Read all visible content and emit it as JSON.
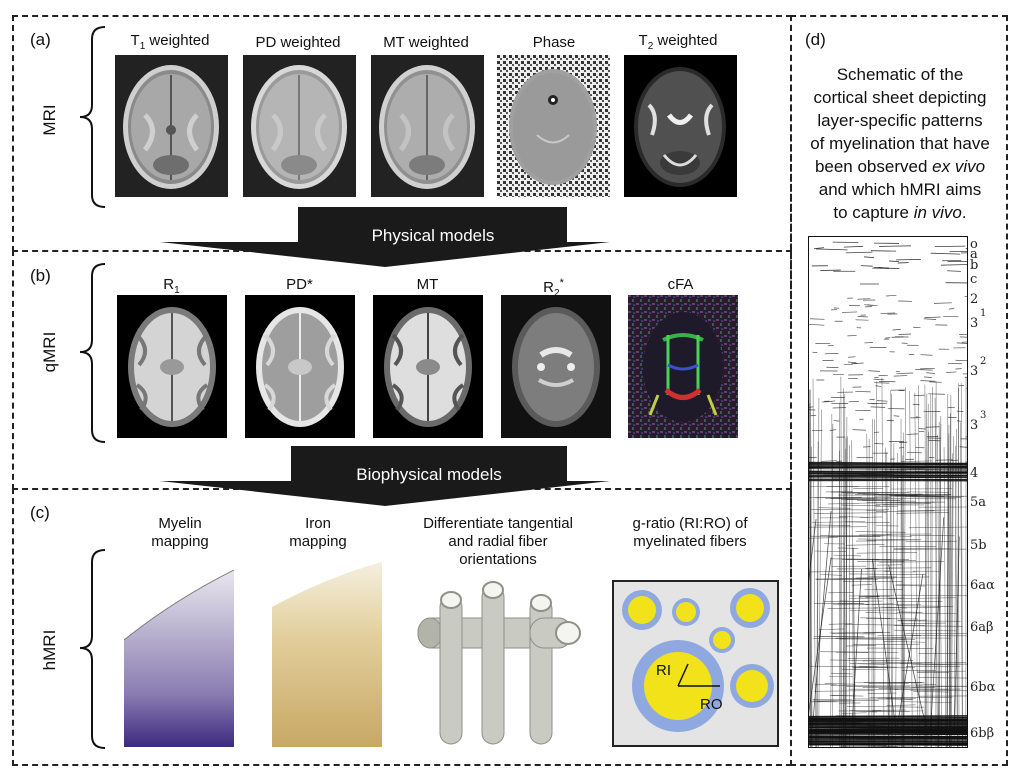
{
  "panels": {
    "a": {
      "label": "(a)",
      "row_label": "MRI",
      "images": [
        {
          "title": "T",
          "sub": "1",
          "tail": " weighted",
          "kind": "t1-weighted"
        },
        {
          "title": "PD weighted",
          "kind": "pd-weighted"
        },
        {
          "title": "MT weighted",
          "kind": "mt-weighted"
        },
        {
          "title": "Phase",
          "kind": "phase"
        },
        {
          "title": "T",
          "sub": "2",
          "tail": " weighted",
          "kind": "t2-weighted"
        }
      ]
    },
    "b": {
      "label": "(b)",
      "row_label": "qMRI",
      "images": [
        {
          "title": "R",
          "sub": "1",
          "kind": "r1-map"
        },
        {
          "title": "PD*",
          "kind": "pd-map"
        },
        {
          "title": "MT",
          "kind": "mt-map"
        },
        {
          "title": "R",
          "sub": "2",
          "sup": "*",
          "kind": "r2star-map"
        },
        {
          "title": "cFA",
          "kind": "cfa-map"
        }
      ]
    },
    "c": {
      "label": "(c)",
      "row_label": "hMRI",
      "items": [
        {
          "line1": "Myelin",
          "line2": "mapping"
        },
        {
          "line1": "Iron",
          "line2": "mapping"
        },
        {
          "line1": "Differentiate tangential",
          "line2": "and radial fiber",
          "line3": "orientations"
        },
        {
          "line1": "g-ratio (RI:RO) of",
          "line2": "myelinated fibers"
        }
      ],
      "gratio_ri": "RI",
      "gratio_ro": "RO"
    },
    "d": {
      "label": "(d)",
      "caption_lines": [
        "Schematic of the",
        "cortical sheet depicting",
        "layer-specific patterns",
        "of myelination that have",
        "been observed |ex vivo|",
        "and which hMRI aims",
        "to capture |in vivo|."
      ],
      "layer_labels": [
        "o",
        "a",
        "b",
        "c",
        "2",
        "3",
        "1",
        "3",
        "2",
        "3",
        "3",
        "4",
        "5a",
        "5b",
        "6aα",
        "6aβ",
        "6bα",
        "6bβ"
      ]
    }
  },
  "arrows": {
    "physical": "Physical models",
    "biophysical": "Biophysical models"
  },
  "colors": {
    "arrow": "#1a1a1a",
    "myelin_stain": "#4a3a8a",
    "iron_stain": "#b89a55",
    "fiber": "#c9cbc2",
    "axon_yellow": "#f2e21a",
    "myelin_blue": "#8fa9e0",
    "gratio_bg": "#e4e4e4"
  }
}
